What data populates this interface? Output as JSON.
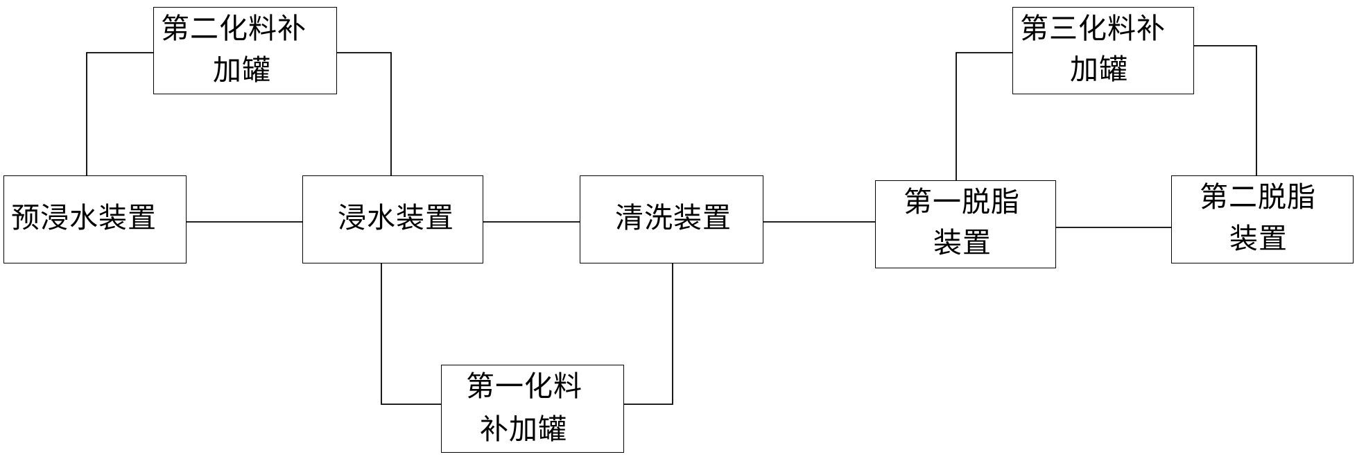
{
  "boxes": {
    "pre_soak": {
      "line1": "预浸水装置"
    },
    "soak": {
      "line1": "浸水装置"
    },
    "cleaning": {
      "line1": "清洗装置"
    },
    "degrease1": {
      "line1": "第一脱脂",
      "line2": "装置"
    },
    "degrease2": {
      "line1": "第二脱脂",
      "line2": "装置"
    },
    "chem_tank1": {
      "line1": "第一化料",
      "line2": "补加罐"
    },
    "chem_tank2": {
      "line1": "第二化料补",
      "line2": "加罐"
    },
    "chem_tank3": {
      "line1": "第三化料补",
      "line2": "加罐"
    }
  }
}
